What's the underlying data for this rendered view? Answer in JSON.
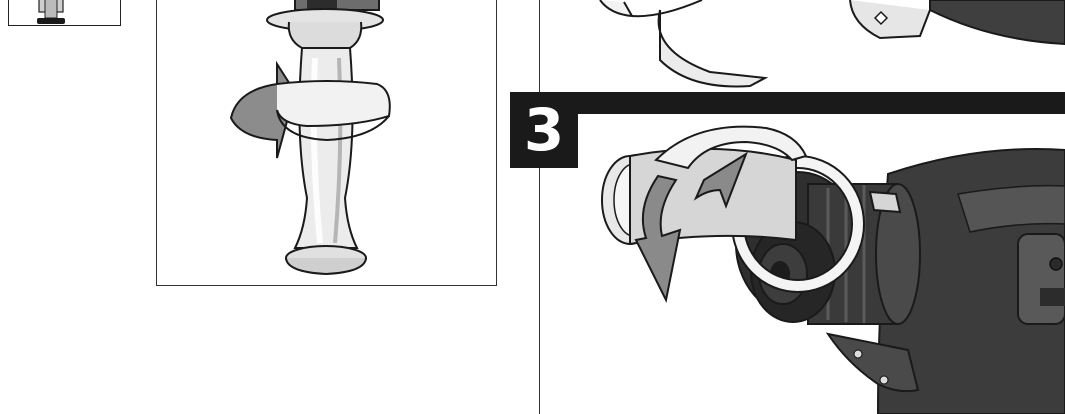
{
  "step": {
    "number": "3"
  },
  "colors": {
    "ink": "#1a1a1a",
    "light_gray": "#d9d9d9",
    "mid_gray": "#9a9a9a",
    "dark_gray": "#4a4a4a"
  },
  "icons": [
    "thumbnail-handle-icon",
    "side-handle-illustration",
    "rotation-arrow-icon",
    "drill-chuck-illustration",
    "collar-rotation-arrow-icon"
  ]
}
